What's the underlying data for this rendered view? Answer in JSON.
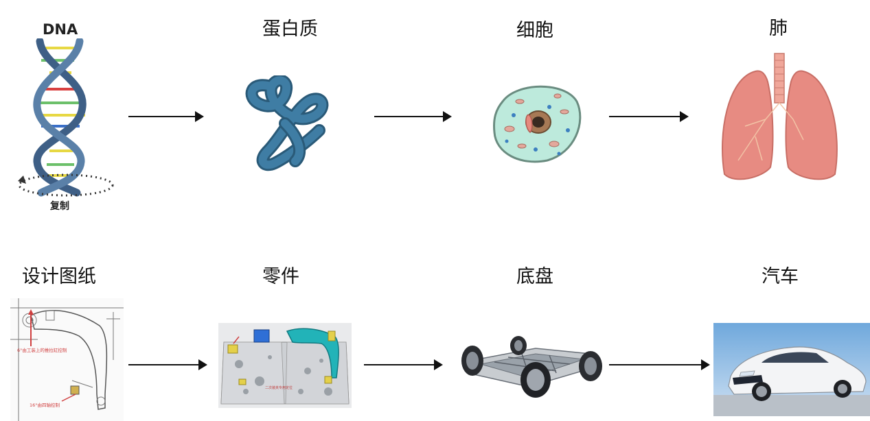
{
  "rows": [
    {
      "nodes": [
        {
          "label": "",
          "icon": "dna-double-helix",
          "sublabels": {
            "top": "DNA",
            "bottom": "复制"
          }
        },
        {
          "label": "蛋白质",
          "icon": "protein-knot"
        },
        {
          "label": "细胞",
          "icon": "cell"
        },
        {
          "label": "肺",
          "icon": "lungs"
        }
      ]
    },
    {
      "nodes": [
        {
          "label": "设计图纸",
          "icon": "engineering-drawing",
          "annotations": [
            "6°由工装上的推拉缸控制",
            "16°由四轴控制"
          ]
        },
        {
          "label": "零件",
          "icon": "machined-fixture-part",
          "annotations": [
            "二次装夹专用定位"
          ]
        },
        {
          "label": "底盘",
          "icon": "car-chassis"
        },
        {
          "label": "汽车",
          "icon": "white-sedan-car"
        }
      ]
    }
  ],
  "colors": {
    "dna_strand": "#3e5f86",
    "protein": "#3f7da4",
    "cell_body": "#bdeadc",
    "lung": "#e78b82",
    "trachea": "#f0a79a",
    "arrow": "#111111"
  }
}
